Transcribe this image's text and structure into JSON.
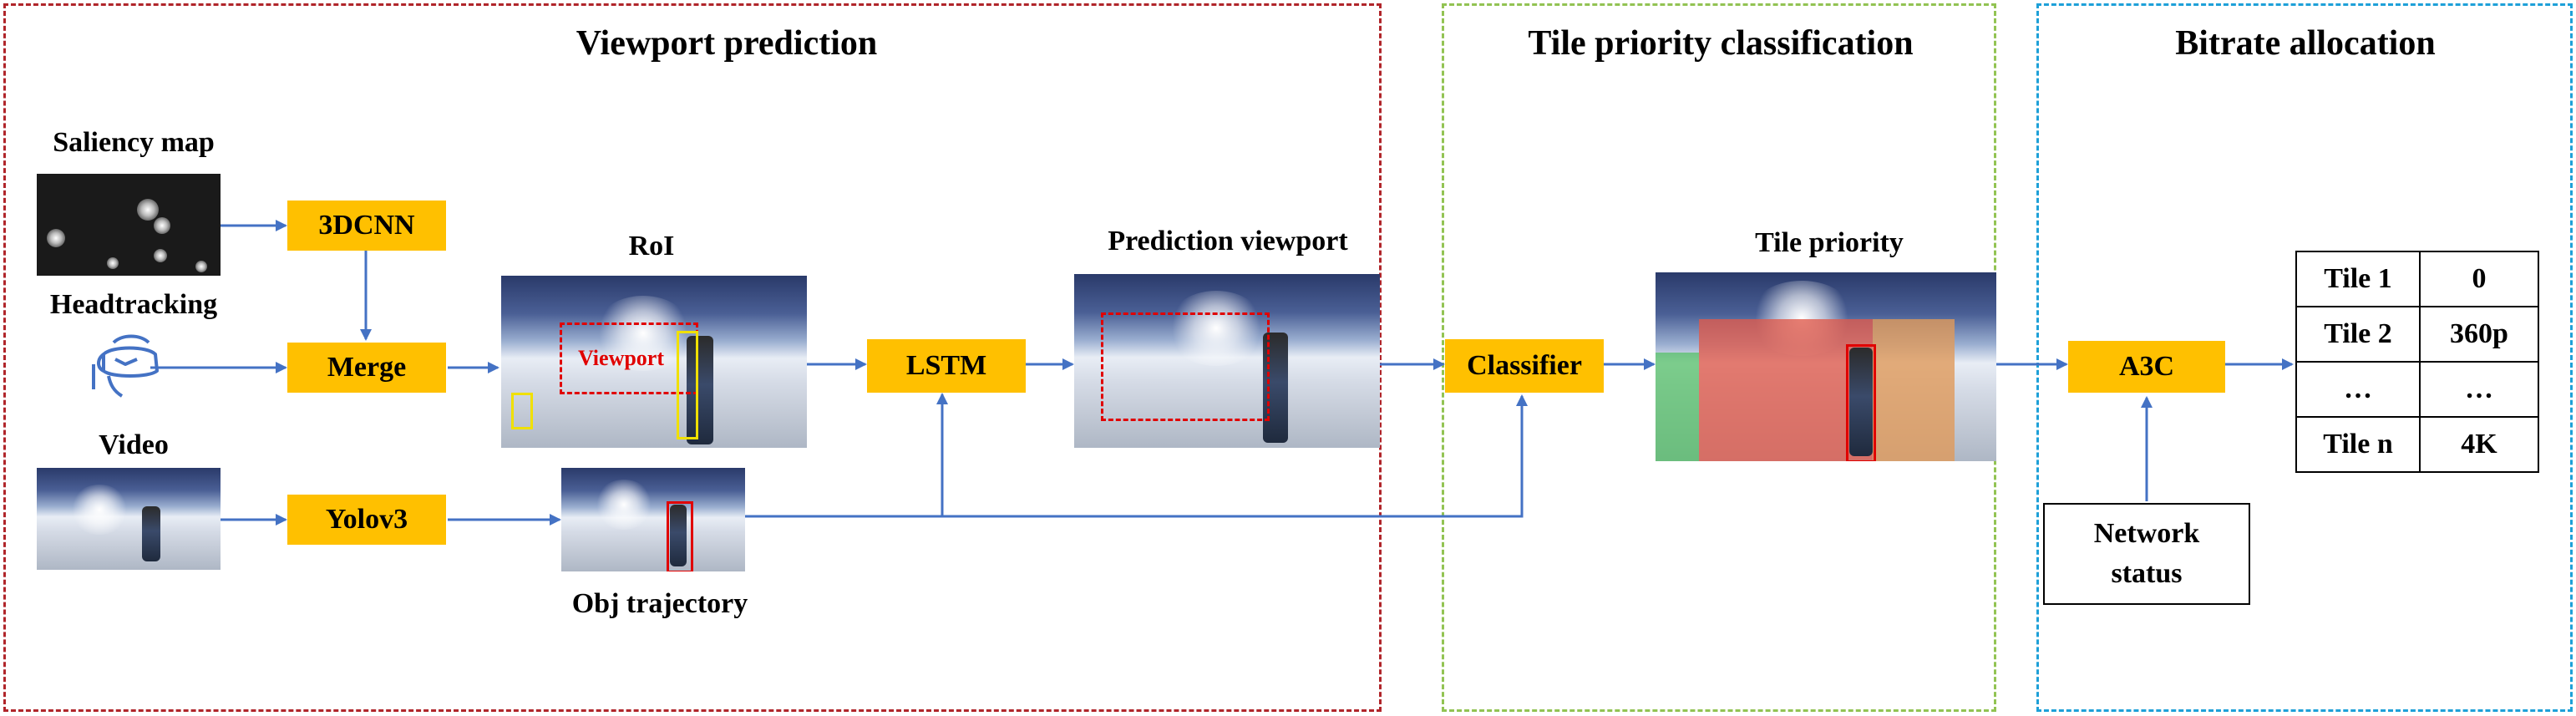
{
  "sections": {
    "viewport": {
      "title": "Viewport prediction",
      "color": "#b0252a"
    },
    "tile": {
      "title": "Tile priority classification",
      "color": "#92c353"
    },
    "bitrate": {
      "title": "Bitrate allocation",
      "color": "#1ea0d8"
    }
  },
  "labels": {
    "saliency_map": "Saliency map",
    "headtracking": "Headtracking",
    "video": "Video",
    "roi": "RoI",
    "obj_trajectory": "Obj trajectory",
    "prediction_viewport": "Prediction viewport",
    "tile_priority": "Tile priority",
    "viewport_overlay": "Viewport"
  },
  "boxes": {
    "cnn": "3DCNN",
    "merge": "Merge",
    "yolo": "Yolov3",
    "lstm": "LSTM",
    "classifier": "Classifier",
    "a3c": "A3C",
    "network_status_line1": "Network",
    "network_status_line2": "status"
  },
  "table": [
    [
      "Tile 1",
      "0"
    ],
    [
      "Tile 2",
      "360p"
    ],
    [
      "…",
      "…"
    ],
    [
      "Tile n",
      "4K"
    ]
  ],
  "colors": {
    "box_fill": "#ffc000",
    "arrow": "#4472c4",
    "roi_box": "#e00000",
    "object_box": "#f0e000",
    "priority_red": "#e05a4a",
    "priority_orange": "#e09a5a",
    "priority_green": "#4fbf60"
  }
}
